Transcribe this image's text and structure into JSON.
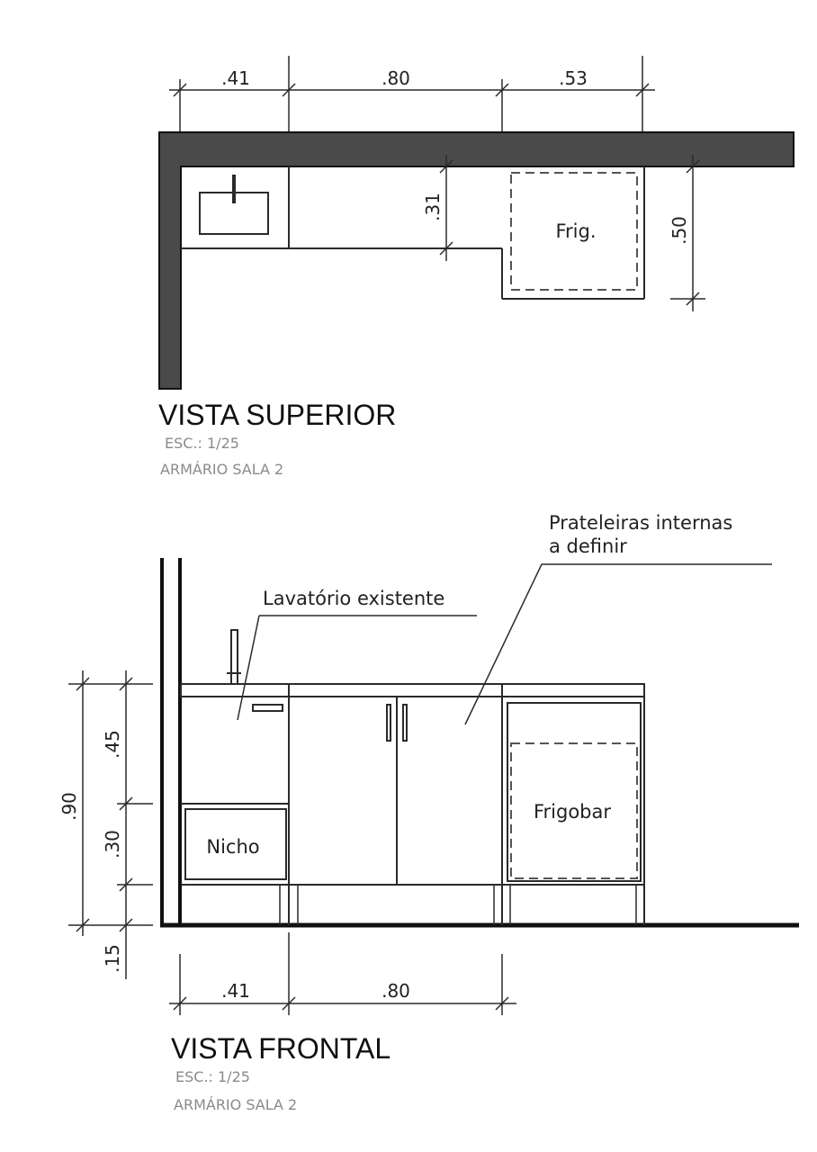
{
  "top_view": {
    "dims": {
      "d1": ".41",
      "d2": ".80",
      "d3": ".53",
      "depth_counter": ".31",
      "depth_fridge": ".50"
    },
    "fridge_label": "Frig.",
    "title": "VISTA SUPERIOR",
    "scale": "ESC.: 1/25",
    "subtitle": "ARMÁRIO SALA 2"
  },
  "front_view": {
    "annotations": {
      "shelves_line1": "Prateleiras  internas",
      "shelves_line2": "a  definir",
      "sink": "Lavatório  existente"
    },
    "niche_label": "Nicho",
    "fridge_label": "Frigobar",
    "dims": {
      "total_height": ".90",
      "upper": ".45",
      "middle": ".30",
      "base": ".15",
      "w1": ".41",
      "w2": ".80"
    },
    "title": "VISTA FRONTAL",
    "scale": "ESC.: 1/25",
    "subtitle": "ARMÁRIO SALA 2"
  },
  "colors": {
    "wall": "#4a4a4a",
    "line": "#2a2a2a",
    "caption_gray": "#8a8a8a"
  }
}
